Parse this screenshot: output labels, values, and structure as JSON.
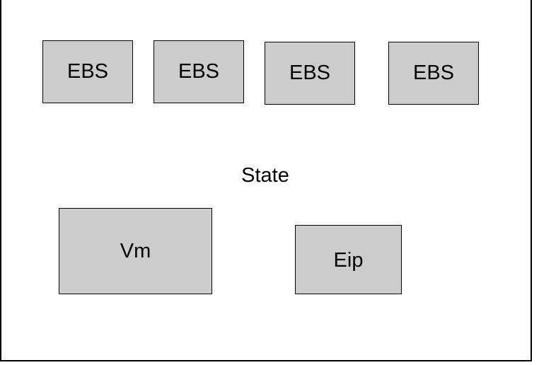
{
  "colors": {
    "box_fill": "#cccccc",
    "border": "#000000",
    "background": "#ffffff"
  },
  "ebs_boxes": [
    {
      "label": "EBS"
    },
    {
      "label": "EBS"
    },
    {
      "label": "EBS"
    },
    {
      "label": "EBS"
    }
  ],
  "state": {
    "label": "State"
  },
  "vm": {
    "label": "Vm"
  },
  "eip": {
    "label": "Eip"
  }
}
